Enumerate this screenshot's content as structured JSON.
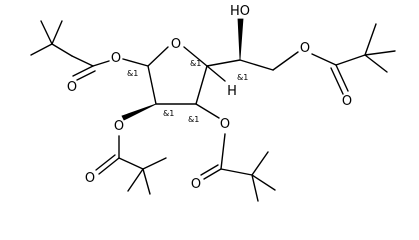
{
  "molecule": {
    "atoms": {
      "ring_o": "O",
      "oh": "HO",
      "h": "H",
      "ester_o": [
        "O",
        "O",
        "O",
        "O"
      ],
      "carbonyl_o": [
        "O",
        "O",
        "O",
        "O"
      ]
    },
    "stereo_label": "&1"
  }
}
